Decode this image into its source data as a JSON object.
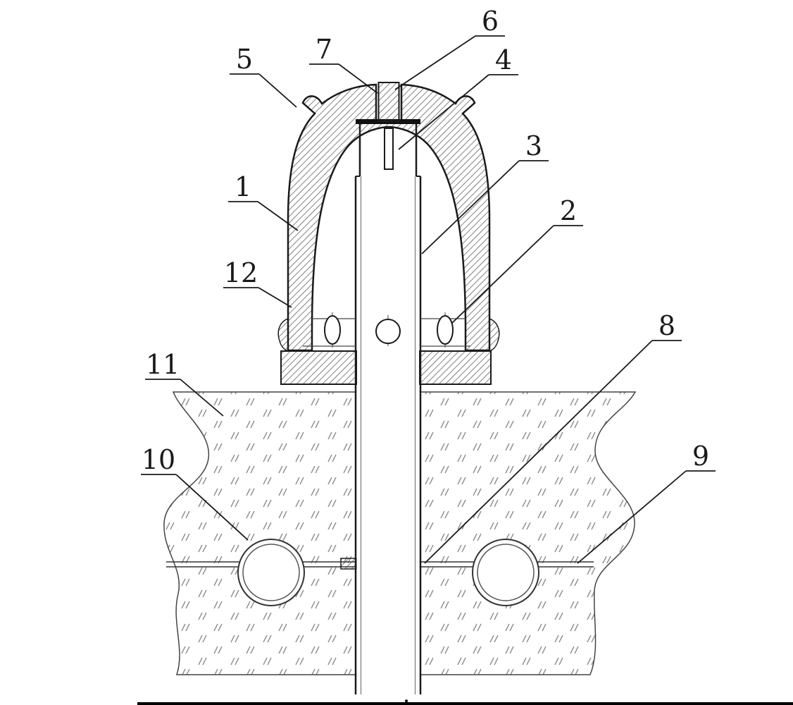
{
  "figure": {
    "labels": [
      {
        "text": "1"
      },
      {
        "text": "2"
      },
      {
        "text": "3"
      },
      {
        "text": "4"
      },
      {
        "text": "5"
      },
      {
        "text": "6"
      },
      {
        "text": "7"
      },
      {
        "text": "8"
      },
      {
        "text": "9"
      },
      {
        "text": "10"
      },
      {
        "text": "11"
      },
      {
        "text": "12"
      }
    ],
    "caption_dot": ".",
    "colors": {
      "background": "#ffffff",
      "line": "#1a1a1a",
      "hatch": "#3f3f3f",
      "ground_marks": "#8f8f8f"
    }
  }
}
